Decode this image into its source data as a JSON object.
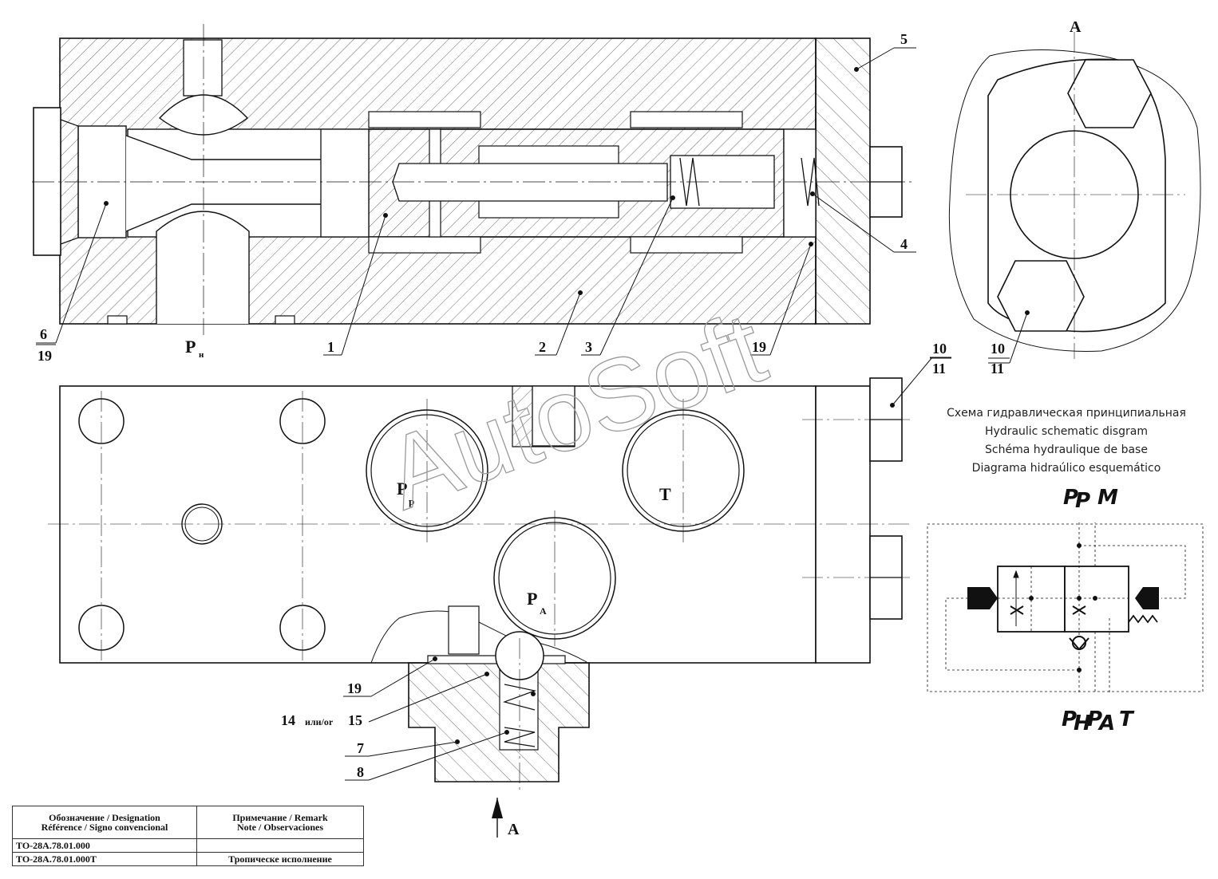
{
  "drawing": {
    "view_label": "A",
    "arrow_label": "A",
    "watermark": "AutoSoft",
    "ports": {
      "p_main": "P",
      "p_main_sub": "н",
      "p_p": "P",
      "p_p_sub": "р",
      "t": "T",
      "p_a": "P",
      "p_a_sub": "A"
    },
    "callouts": [
      {
        "id": "c5",
        "text": "5"
      },
      {
        "id": "c4",
        "text": "4"
      },
      {
        "id": "c6",
        "text": "6"
      },
      {
        "id": "c6b",
        "text": "19"
      },
      {
        "id": "c1",
        "text": "1"
      },
      {
        "id": "c2",
        "text": "2"
      },
      {
        "id": "c3",
        "text": "3"
      },
      {
        "id": "c19top",
        "text": "19"
      },
      {
        "id": "c10a",
        "text": "10"
      },
      {
        "id": "c11a",
        "text": "11"
      },
      {
        "id": "c10b",
        "text": "10"
      },
      {
        "id": "c11b",
        "text": "11"
      },
      {
        "id": "c19low",
        "text": "19"
      },
      {
        "id": "c14",
        "text": "14"
      },
      {
        "id": "c14mid",
        "text": "или/or"
      },
      {
        "id": "c15",
        "text": "15"
      },
      {
        "id": "c7",
        "text": "7"
      },
      {
        "id": "c8",
        "text": "8"
      }
    ]
  },
  "schematic": {
    "titles": [
      "Схема гидравлическая принципиальная",
      "Hydraulic schematic disgram",
      "Schéma hydraulique de base",
      "Diagrama hidraúlico esquemático"
    ],
    "top_ports": {
      "p": "P",
      "p_sub": "P",
      "m": "M"
    },
    "bottom_ports": {
      "ph": "P",
      "ph_sub": "H",
      "pa": "P",
      "pa_sub": "A",
      "t": "T"
    }
  },
  "spec_table": {
    "header": {
      "col1_line1": "Обозначение / Designation",
      "col1_line2": "Référence / Signo convencional",
      "col2_line1": "Примечание / Remark",
      "col2_line2": "Note / Observaciones"
    },
    "rows": [
      {
        "designation": "ТО-28А.78.01.000",
        "remark": ""
      },
      {
        "designation": "ТО-28А.78.01.000Т",
        "remark": "Тропическе исполнение"
      }
    ]
  }
}
